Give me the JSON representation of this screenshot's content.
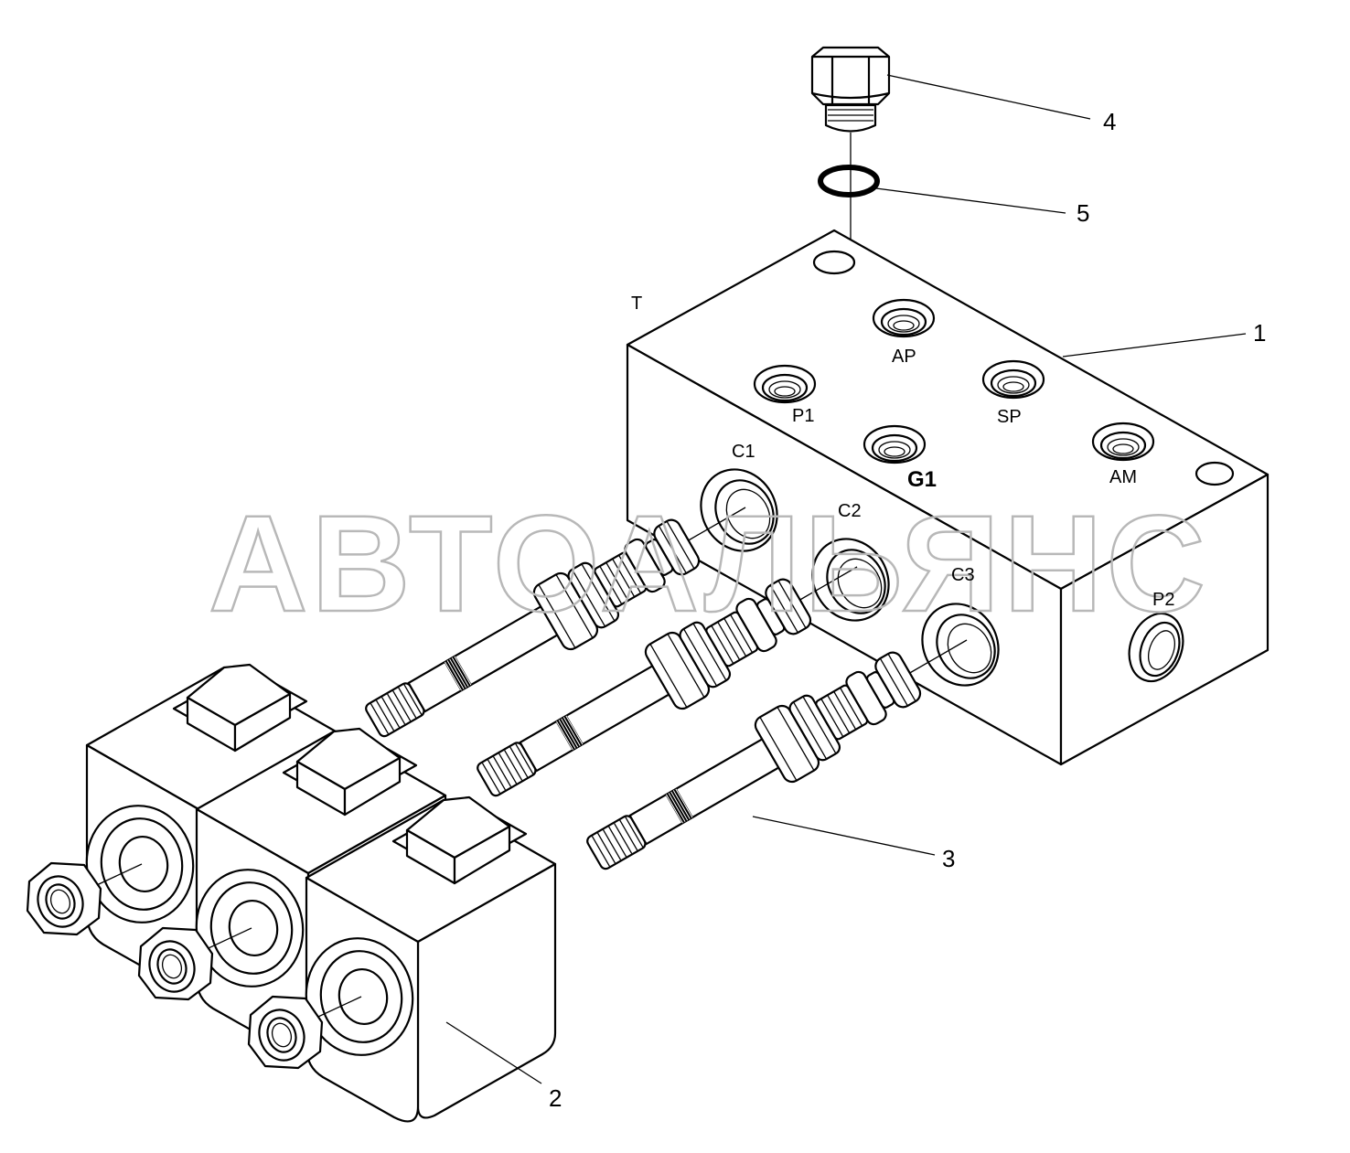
{
  "diagram": {
    "watermark": "АВТОАЛЬЯНС",
    "port_labels": {
      "t": "T",
      "ap": "AP",
      "p1": "P1",
      "sp": "SP",
      "g1": "G1",
      "am": "AM",
      "c1": "C1",
      "c2": "C2",
      "c3": "C3",
      "p2": "P2"
    },
    "callouts": {
      "manifold_block": "1",
      "solenoid_coils": "2",
      "cartridge_valves": "3",
      "plug": "4",
      "o_ring": "5"
    }
  }
}
